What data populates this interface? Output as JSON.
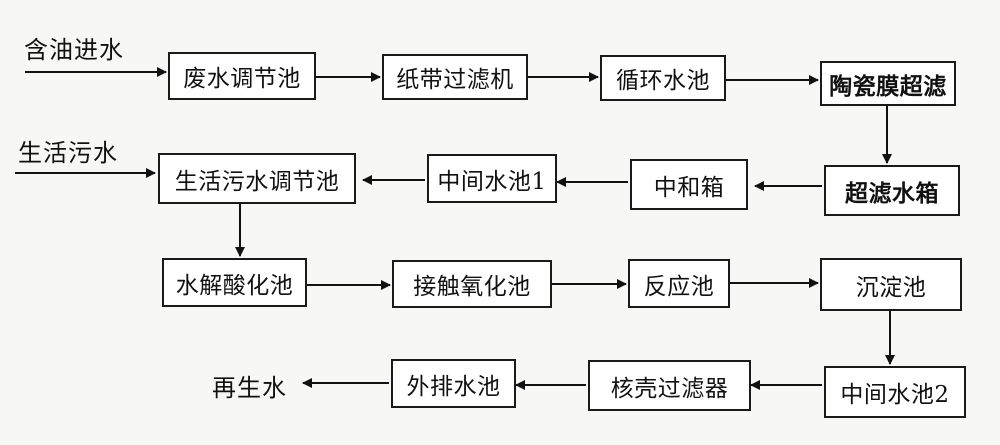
{
  "inputs": {
    "oily_water": "含油进水",
    "domestic_sewage": "生活污水"
  },
  "units": {
    "wastewater_tank": "废水调节池",
    "paper_filter": "纸带过滤机",
    "circulation_tank": "循环水池",
    "ceramic_uf": "陶瓷膜超滤",
    "uf_tank": "超滤水箱",
    "neutralization_box": "中和箱",
    "intermediate_tank_1": "中间水池1",
    "domestic_tank": "生活污水调节池",
    "hydrolysis_tank": "水解酸化池",
    "contact_oxidation": "接触氧化池",
    "reaction_tank": "反应池",
    "sedimentation_tank": "沉淀池",
    "intermediate_tank_2": "中间水池2",
    "shell_filter": "核壳过滤器",
    "discharge_tank": "外排水池"
  },
  "output": {
    "reclaimed_water": "再生水"
  }
}
